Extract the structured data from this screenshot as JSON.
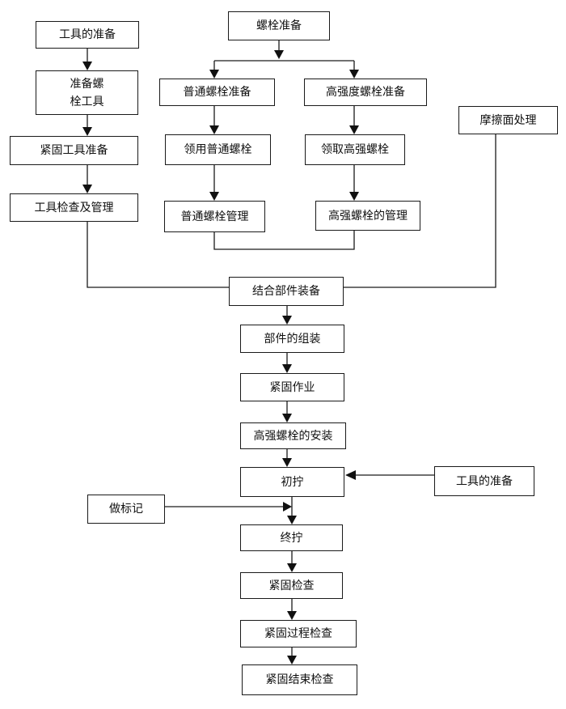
{
  "nodes": {
    "tool_prep": "工具的准备",
    "prep_bolt_tools": [
      "准备螺",
      "栓工具"
    ],
    "tighten_tool_prep": "紧固工具准备",
    "tool_check": "工具检查及管理",
    "bolt_prep": "螺栓准备",
    "normal_bolt_prep": "普通螺栓准备",
    "hs_bolt_prep": "高强度螺栓准备",
    "get_normal_bolt": "领用普通螺栓",
    "get_hs_bolt": "领取高强螺栓",
    "normal_bolt_mgmt": "普通螺栓管理",
    "hs_bolt_mgmt": "高强螺栓的管理",
    "friction_surface": "摩擦面处理",
    "combine_parts": "结合部件装备",
    "parts_assembly": "部件的组装",
    "tighten_work": "紧固作业",
    "hs_bolt_install": "高强螺栓的安装",
    "initial_tighten": "初拧",
    "tool_prep_2": "工具的准备",
    "mark": "做标记",
    "final_tighten": "终拧",
    "tighten_check": "紧固检查",
    "tighten_process_check": "紧固过程检查",
    "tighten_end_check": "紧固结束检查"
  }
}
